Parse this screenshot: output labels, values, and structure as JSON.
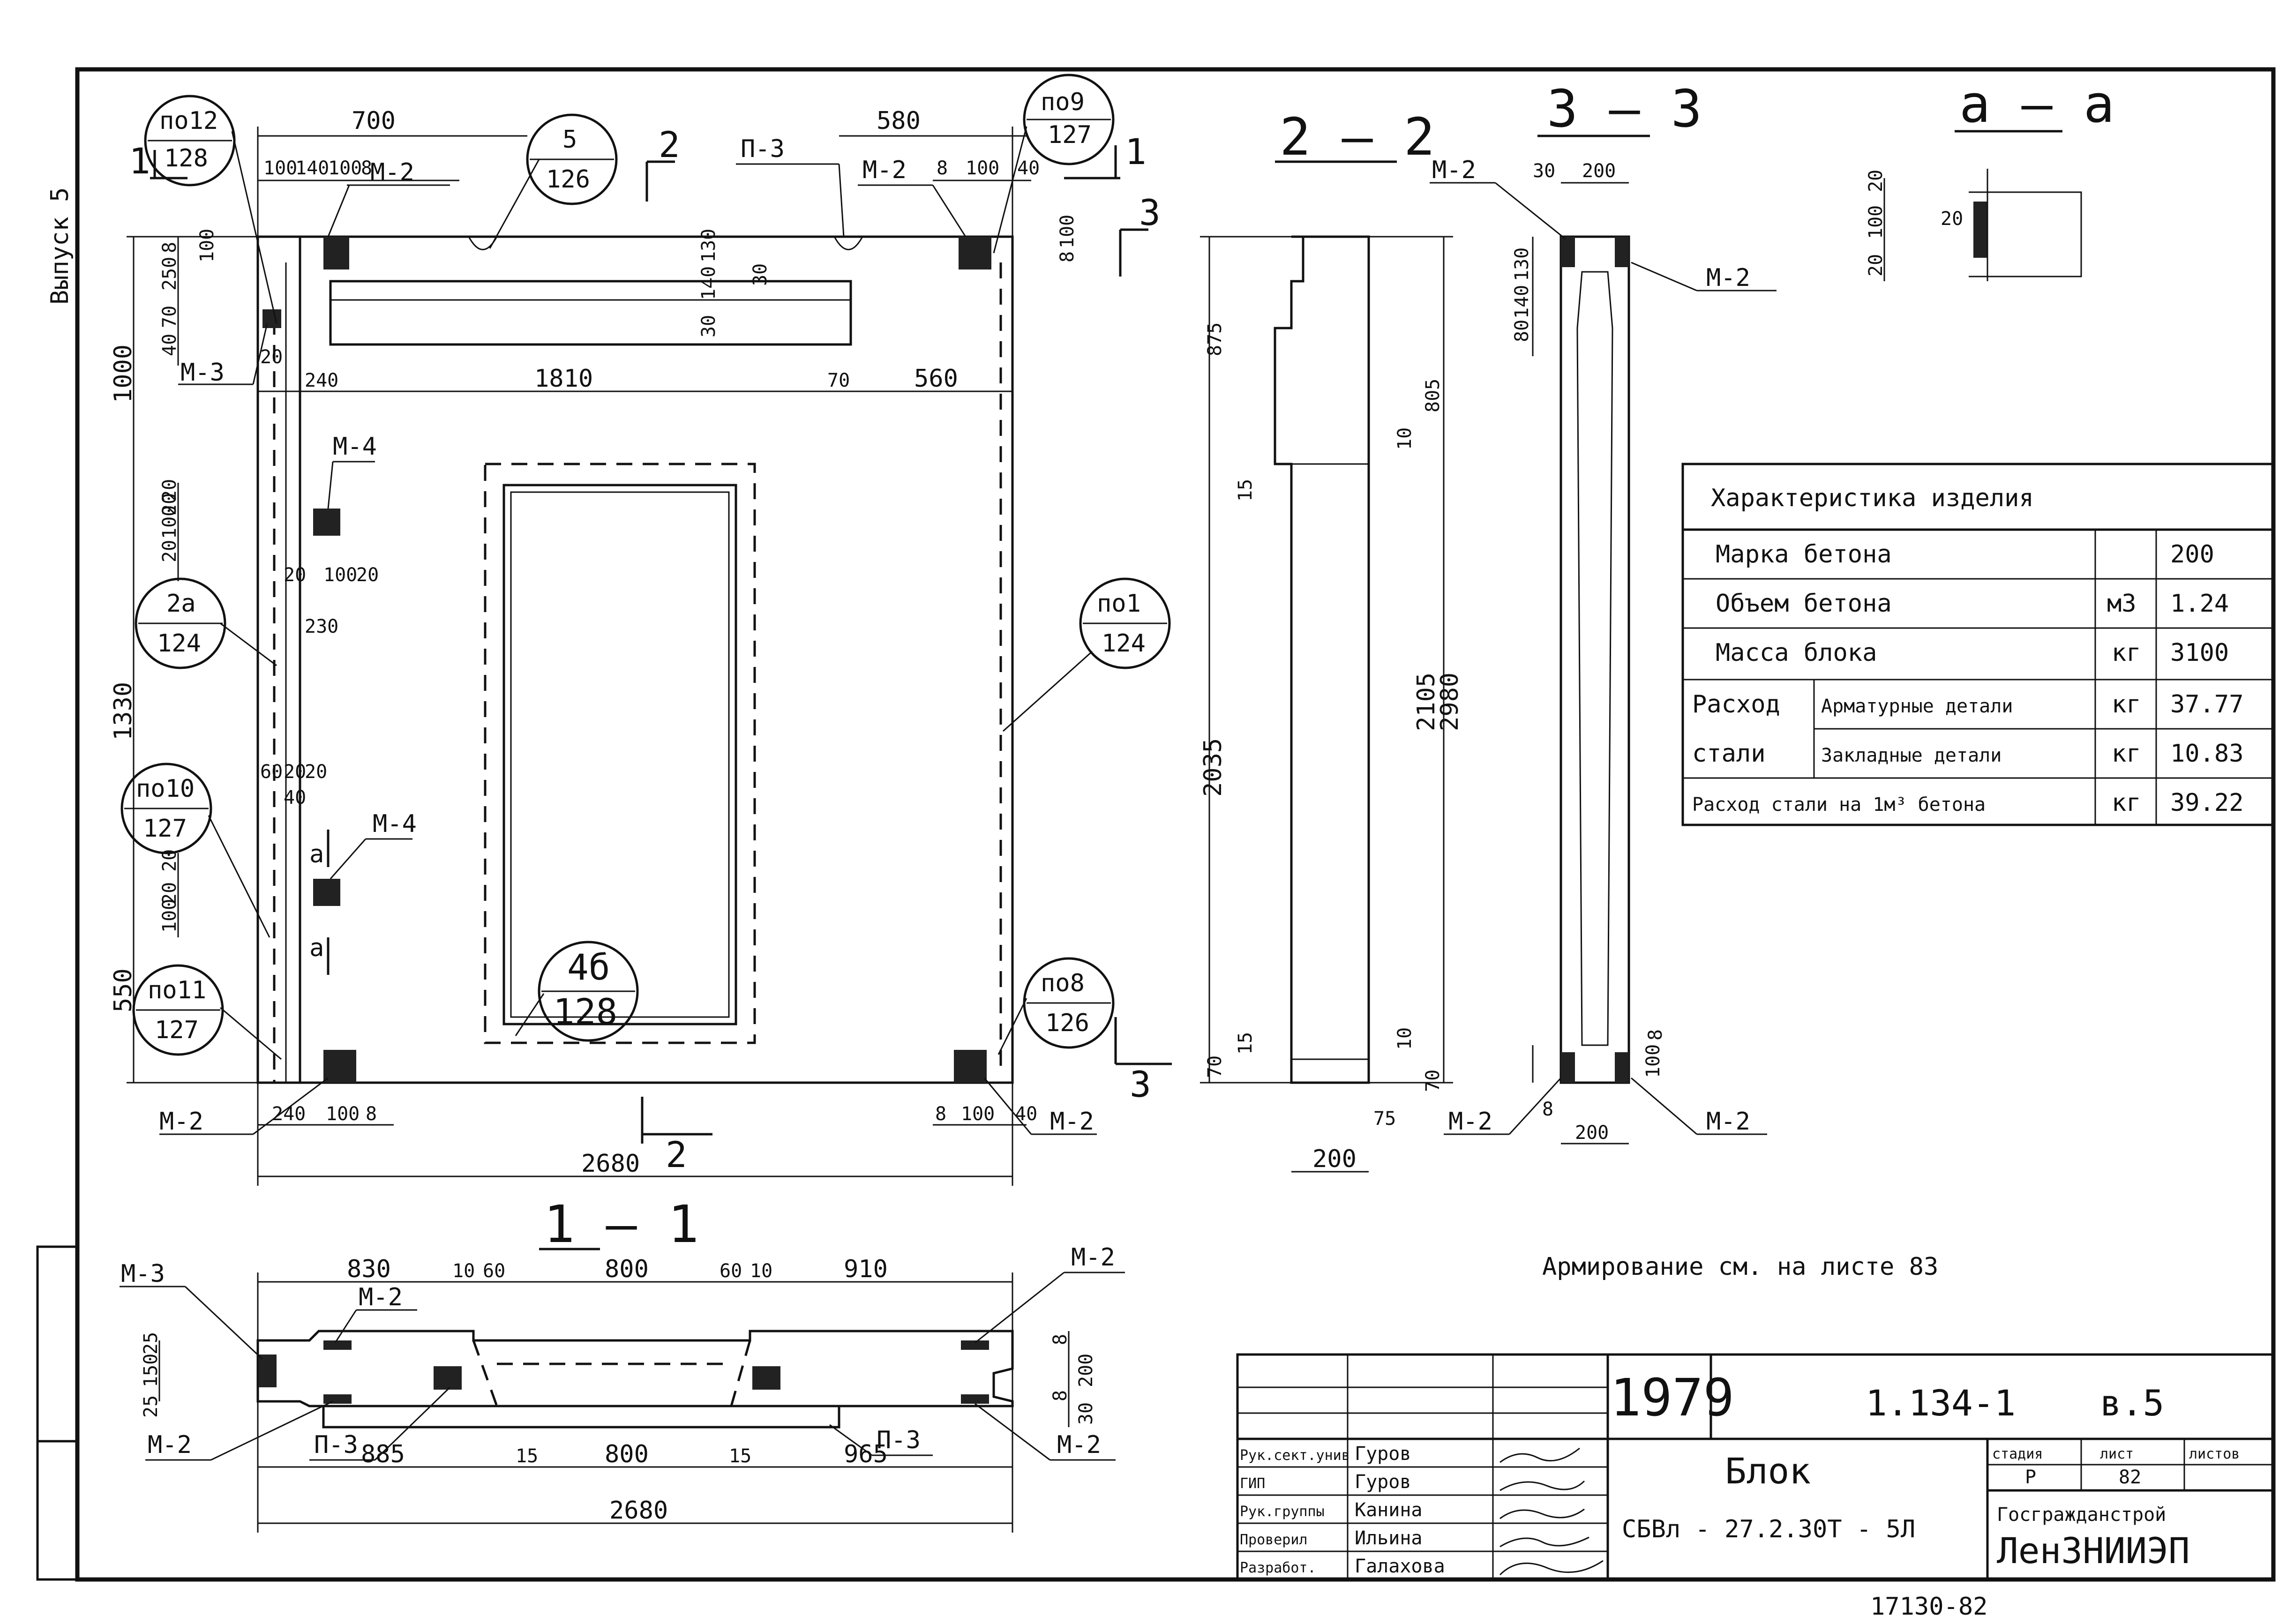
{
  "series_label": "Выпуск 5",
  "plan": {
    "dims_top": [
      "700",
      "100",
      "140",
      "100",
      "8",
      "580",
      "8",
      "100",
      "40"
    ],
    "dim_overall_h": "2680",
    "dims_mid_h": [
      "240",
      "1810",
      "70",
      "560"
    ],
    "dims_left_v": [
      "1000",
      "1330",
      "550",
      "250",
      "8",
      "100",
      "40",
      "70",
      "20",
      "20",
      "100",
      "20",
      "20",
      "100",
      "20"
    ],
    "dims_bottom": [
      "240",
      "100",
      "8",
      "8",
      "100",
      "40"
    ],
    "dims_misc": [
      "30",
      "140",
      "130",
      "30",
      "20",
      "100",
      "20",
      "230",
      "60",
      "20",
      "20",
      "40",
      "20",
      "8",
      "100"
    ],
    "mark_m2": "М-2",
    "mark_m3": "М-3",
    "mark_m4": "М-4",
    "mark_p3": "П-3",
    "section_1": "1",
    "section_2": "2",
    "section_3": "3",
    "section_a": "а",
    "callouts": [
      {
        "top": "по12",
        "bottom": "128"
      },
      {
        "top": "5",
        "bottom": "126"
      },
      {
        "top": "по9",
        "bottom": "127"
      },
      {
        "top": "2а",
        "bottom": "124"
      },
      {
        "top": "по1",
        "bottom": "124"
      },
      {
        "top": "по10",
        "bottom": "127"
      },
      {
        "top": "по11",
        "bottom": "127"
      },
      {
        "top": "4б",
        "bottom": "128"
      },
      {
        "top": "по8",
        "bottom": "126"
      }
    ]
  },
  "section_22": {
    "title": "2 — 2",
    "dims": [
      "875",
      "15",
      "2035",
      "70",
      "15",
      "200",
      "75",
      "805",
      "10",
      "2105",
      "2980",
      "10",
      "70"
    ]
  },
  "section_33": {
    "title": "3 — 3",
    "dims": [
      "30",
      "200",
      "130",
      "140",
      "80",
      "100",
      "8",
      "8",
      "200"
    ]
  },
  "section_aa": {
    "title": "а — а",
    "dims": [
      "20",
      "100",
      "20",
      "20"
    ]
  },
  "section_11": {
    "title": "1 — 1",
    "dims_top": [
      "830",
      "10",
      "60",
      "800",
      "60",
      "10",
      "910"
    ],
    "dims_bottom": [
      "885",
      "15",
      "800",
      "15",
      "965"
    ],
    "dim_overall": "2680",
    "dims_side": [
      "25",
      "150",
      "25",
      "8",
      "200",
      "8",
      "30"
    ]
  },
  "characteristics": {
    "title": "Характеристика изделия",
    "rows": [
      {
        "label": "Марка бетона",
        "unit": "",
        "value": "200"
      },
      {
        "label": "Объем бетона",
        "unit": "м3",
        "value": "1.24"
      },
      {
        "label": "Масса блока",
        "unit": "кг",
        "value": "3100"
      }
    ],
    "steel_label_1": "Расход",
    "steel_label_2": "стали",
    "steel_rows": [
      {
        "label": "Арматурные детали",
        "unit": "кг",
        "value": "37.77"
      },
      {
        "label": "Закладные детали",
        "unit": "кг",
        "value": "10.83"
      }
    ],
    "per_m3": {
      "label": "Расход стали на 1м³ бетона",
      "unit": "кг",
      "value": "39.22"
    }
  },
  "note": "Армирование см. на листе 83",
  "title_block": {
    "year": "1979",
    "code": "1.134-1",
    "issue": "в.5",
    "name": "Блок",
    "mark": "СБВл - 27.2.30Т - 5Л",
    "stage_h": "стадия",
    "sheet_h": "лист",
    "sheets_h": "листов",
    "stage": "Р",
    "sheet": "82",
    "org1": "Госгражданстрой",
    "org2": "ЛенЗНИИЭП",
    "staff": [
      {
        "role": "Рук.сект.унив",
        "name": "Гуров"
      },
      {
        "role": "ГИП",
        "name": "Гуров"
      },
      {
        "role": "Рук.группы",
        "name": "Канина"
      },
      {
        "role": "Проверил",
        "name": "Ильина"
      },
      {
        "role": "Разработ.",
        "name": "Галахова"
      }
    ]
  },
  "footer_number": "17130-82"
}
